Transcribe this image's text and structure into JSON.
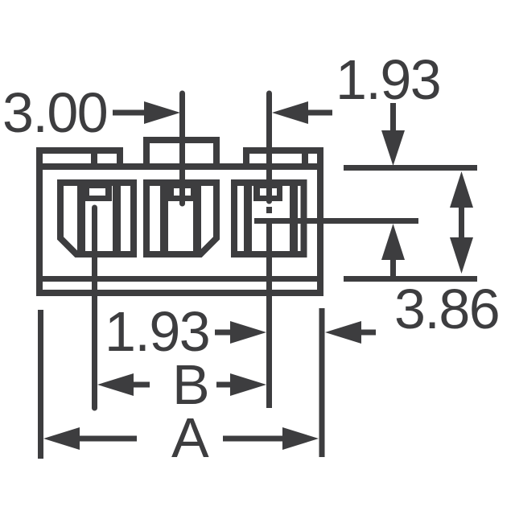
{
  "colors": {
    "ink": "#3d3d3f",
    "background": "#ffffff"
  },
  "drawing": {
    "kind": "connector-dimension-drawing",
    "positions": 3,
    "labels": {
      "dim_3_00": "3.00",
      "dim_1_93_top": "1.93",
      "dim_3_86": "3.86",
      "dim_1_93_bottom": "1.93",
      "dim_B": "B",
      "dim_A": "A"
    }
  }
}
